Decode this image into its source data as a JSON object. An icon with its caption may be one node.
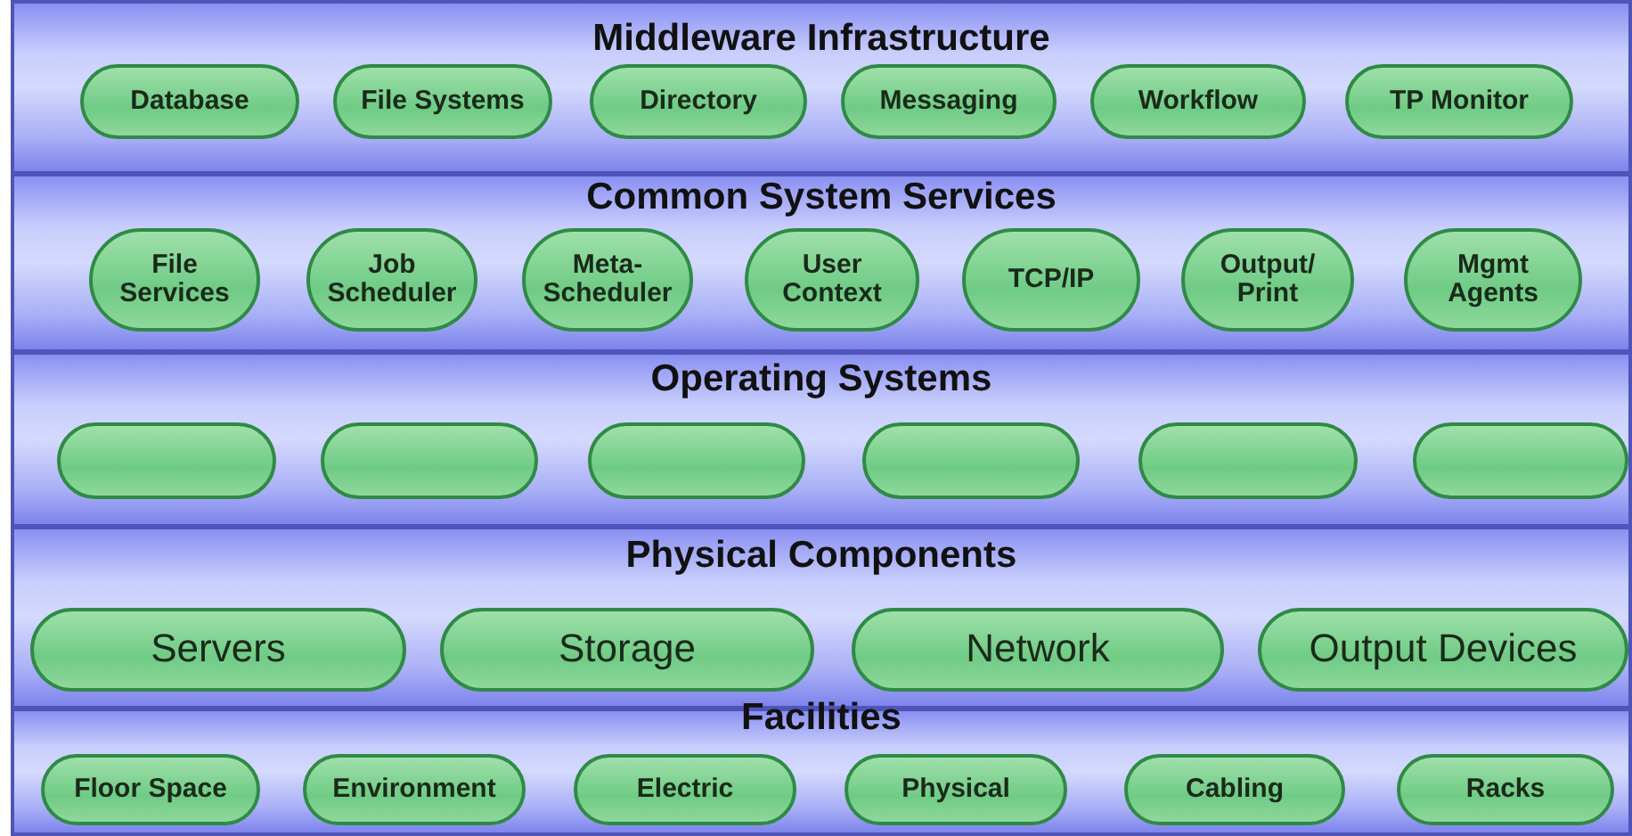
{
  "diagram": {
    "nodes": [
      {
        "text": [
          "Middleware Infrastructure"
        ]
      },
      {
        "text": [
          "Database"
        ],
        "in": 0
      },
      {
        "text": [
          "File Systems"
        ],
        "in": 0
      },
      {
        "text": [
          "Directory"
        ],
        "in": 0
      },
      {
        "text": [
          "Messaging"
        ],
        "in": 0
      },
      {
        "text": [
          "Workflow"
        ],
        "in": 0
      },
      {
        "text": [
          "TP Monitor"
        ],
        "in": 0
      },
      {
        "text": [
          "Common System Services"
        ]
      },
      {
        "text": [
          "File Services"
        ],
        "in": 7
      },
      {
        "text": [
          "Job Scheduler"
        ],
        "in": 7
      },
      {
        "text": [
          "Meta-Scheduler"
        ],
        "in": 7
      },
      {
        "text": [
          "User Context"
        ],
        "in": 7
      },
      {
        "text": [
          "TCP/IP"
        ],
        "in": 7
      },
      {
        "text": [
          "Output/ Print"
        ],
        "in": 7
      },
      {
        "text": [
          "Mgmt Agents"
        ],
        "in": 7
      },
      {
        "text": [
          "Operating Systems"
        ]
      },
      {
        "text": [],
        "shape": "box",
        "in": 15
      },
      {
        "text": [],
        "shape": "box",
        "in": 15
      },
      {
        "text": [],
        "shape": "box",
        "in": 15
      },
      {
        "text": [],
        "shape": "box",
        "in": 15
      },
      {
        "text": [],
        "shape": "box",
        "in": 15
      },
      {
        "text": [],
        "shape": "box",
        "in": 15
      },
      {
        "text": [
          "Physical Components"
        ]
      },
      {
        "text": [
          "Servers"
        ],
        "in": 22
      },
      {
        "text": [
          "Storage"
        ],
        "in": 22
      },
      {
        "text": [
          "Network"
        ],
        "in": 22
      },
      {
        "text": [
          "Output Devices"
        ],
        "in": 22
      },
      {
        "text": [
          "Facilities"
        ]
      },
      {
        "text": [
          "Floor Space"
        ],
        "in": 27
      },
      {
        "text": [
          "Environment"
        ],
        "in": 27
      },
      {
        "text": [
          "Electric"
        ],
        "in": 27
      },
      {
        "text": [
          "Physical"
        ],
        "in": 27
      },
      {
        "text": [
          "Cabling"
        ],
        "in": 27
      },
      {
        "text": [
          "Racks"
        ],
        "in": 27
      }
    ]
  }
}
